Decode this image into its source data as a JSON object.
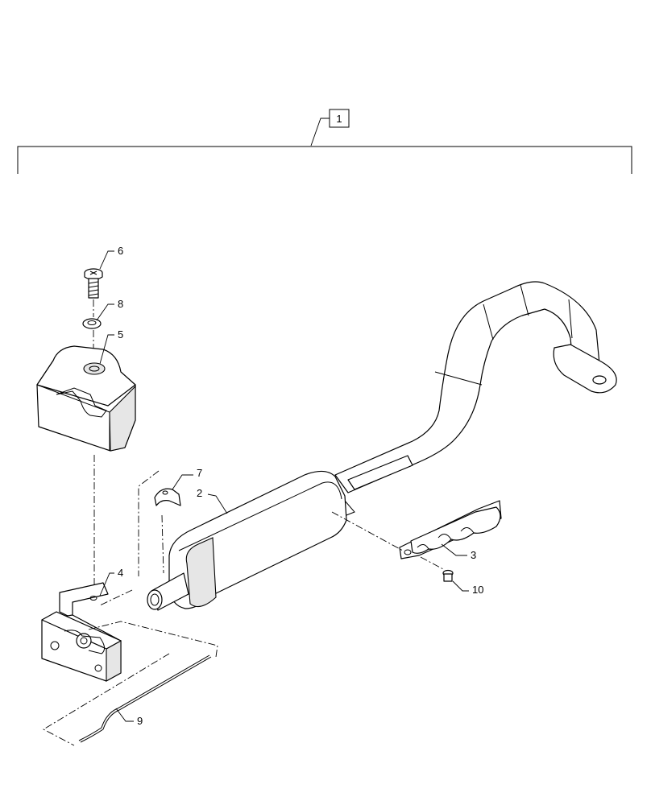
{
  "assembly_label": "1",
  "callouts": [
    {
      "id": "c6",
      "text": "6"
    },
    {
      "id": "c8",
      "text": "8"
    },
    {
      "id": "c5",
      "text": "5"
    },
    {
      "id": "c7",
      "text": "7"
    },
    {
      "id": "c2",
      "text": "2"
    },
    {
      "id": "c4",
      "text": "4"
    },
    {
      "id": "c3",
      "text": "3"
    },
    {
      "id": "c10",
      "text": "10"
    },
    {
      "id": "c9",
      "text": "9"
    }
  ],
  "colors": {
    "line": "#000000",
    "shade": "#e6e6e6",
    "background": "#ffffff"
  }
}
